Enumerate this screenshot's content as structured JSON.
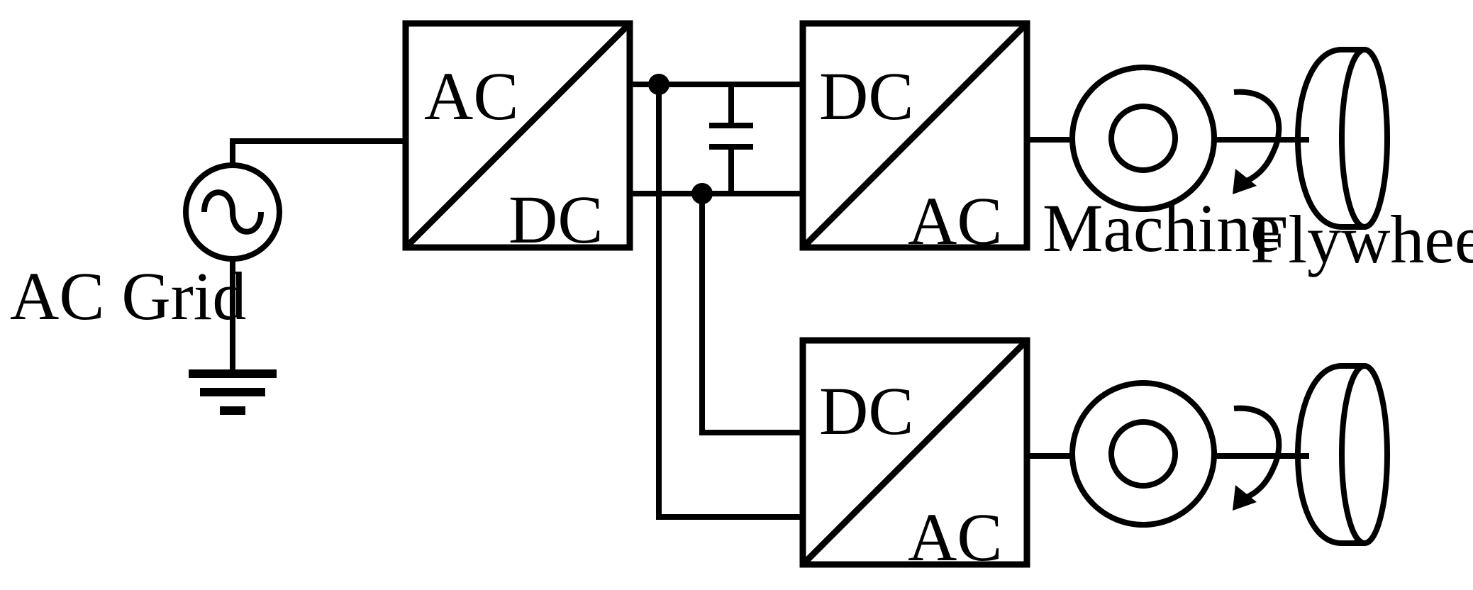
{
  "labels": {
    "ac_grid": "AC Grid",
    "machine": "Machine",
    "flywheel": "Flywheel"
  },
  "converters": {
    "rectifier": {
      "top": "AC",
      "bottom": "DC"
    },
    "inverter_1": {
      "top": "DC",
      "bottom": "AC"
    },
    "inverter_2": {
      "top": "DC",
      "bottom": "AC"
    }
  },
  "colors": {
    "line": "#000000",
    "background": "#ffffff"
  }
}
